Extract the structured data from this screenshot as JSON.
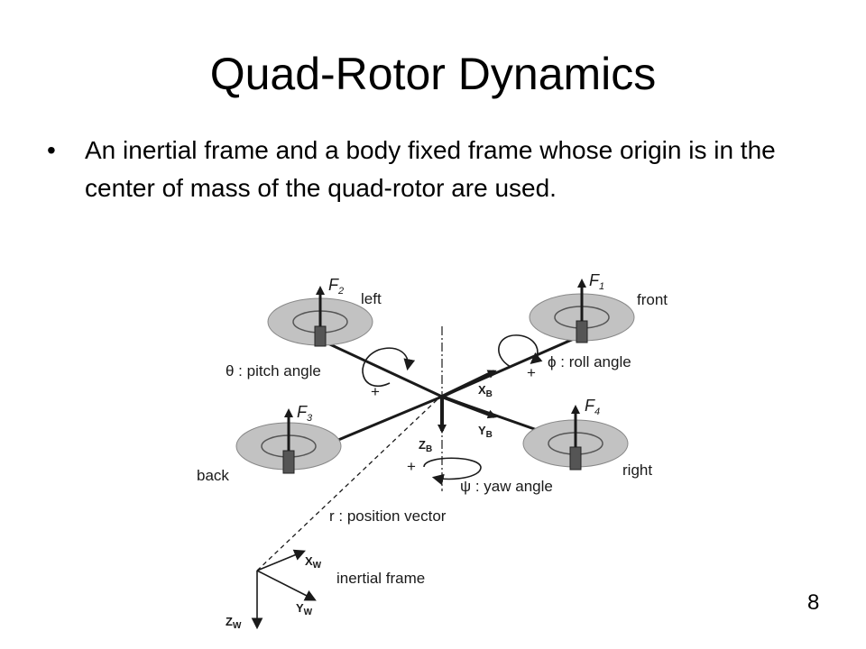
{
  "slide": {
    "title": "Quad-Rotor Dynamics",
    "bullet": "An inertial frame and a body fixed frame whose origin is in the center of mass of the quad-rotor are used.",
    "bullet_marker": "•",
    "page_number": "8"
  },
  "diagram": {
    "forces": {
      "f1": "F",
      "f1_sub": "1",
      "f2": "F",
      "f2_sub": "2",
      "f3": "F",
      "f3_sub": "3",
      "f4": "F",
      "f4_sub": "4"
    },
    "rotor_labels": {
      "front": "front",
      "left": "left",
      "back": "back",
      "right": "right"
    },
    "angles": {
      "pitch": "θ : pitch angle",
      "roll": "ϕ : roll angle",
      "yaw": "ψ : yaw angle",
      "plus": "+"
    },
    "body_axes": {
      "xb": "X",
      "xb_sub": "B",
      "yb": "Y",
      "yb_sub": "B",
      "zb": "Z",
      "zb_sub": "B"
    },
    "position_vector": "r : position vector",
    "inertial": {
      "label": "inertial frame",
      "xw": "X",
      "xw_sub": "W",
      "yw": "Y",
      "yw_sub": "W",
      "zw": "Z",
      "zw_sub": "W"
    },
    "colors": {
      "rotor_fill": "#c2c2c2",
      "line": "#1a1a1a",
      "motor": "#555555"
    }
  }
}
